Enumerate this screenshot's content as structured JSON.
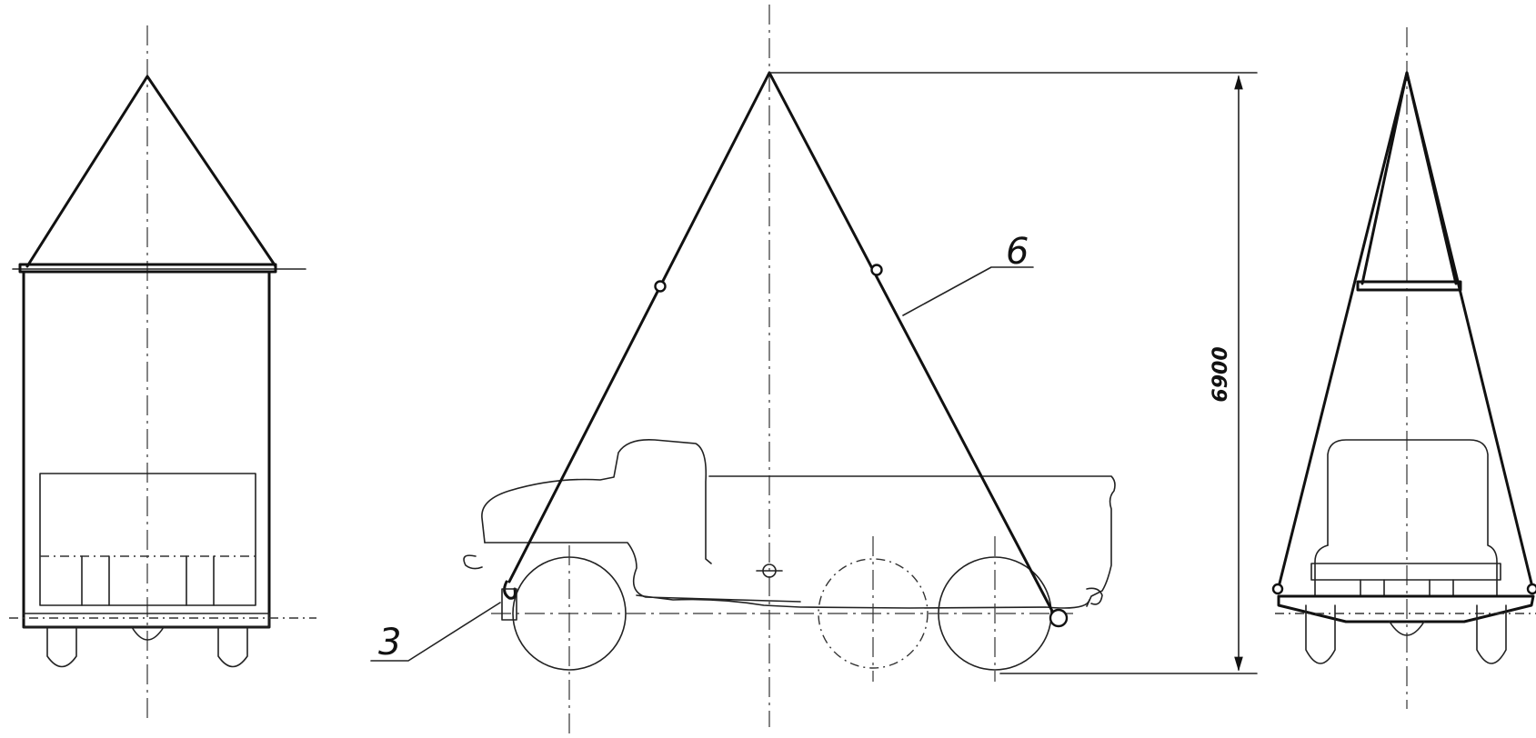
{
  "labels": {
    "part_6": "6",
    "part_3": "3",
    "height_dimension": "6900"
  },
  "colors": {
    "ink": "#111111",
    "paper": "#ffffff"
  }
}
